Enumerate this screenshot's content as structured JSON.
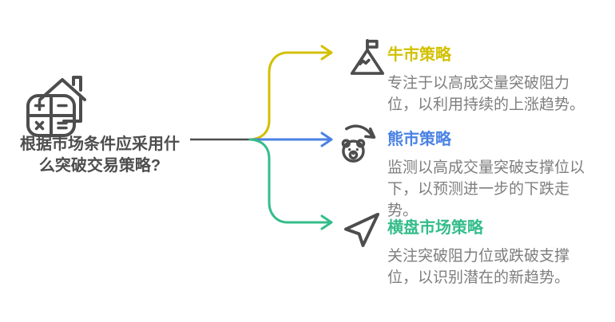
{
  "root": {
    "question": "根据市场条件应采用什\n么突破交易策略?",
    "icon": "house-calculator-icon"
  },
  "branches": [
    {
      "title": "牛市策略",
      "description": "专注于以高成交量突破阻力\n位，以利用持续的上涨趋势。",
      "color": "#d2c000",
      "icon": "mountain-flag-icon"
    },
    {
      "title": "熊市策略",
      "description": "监测以高成交量突破支撑位以\n下，以预测进一步的下跌走\n势。",
      "color": "#4a82e4",
      "icon": "bear-downtrend-icon"
    },
    {
      "title": "横盘市场策略",
      "description": "关注突破阻力位或跌破支撑\n位，以识别潜在的新趋势。",
      "color": "#34bd8a",
      "icon": "paper-plane-icon"
    }
  ],
  "colors": {
    "background": "#ffffff",
    "text_primary": "#4d4d4d",
    "text_secondary": "#7e7e7e",
    "stem_line": "#4d4d4d"
  }
}
